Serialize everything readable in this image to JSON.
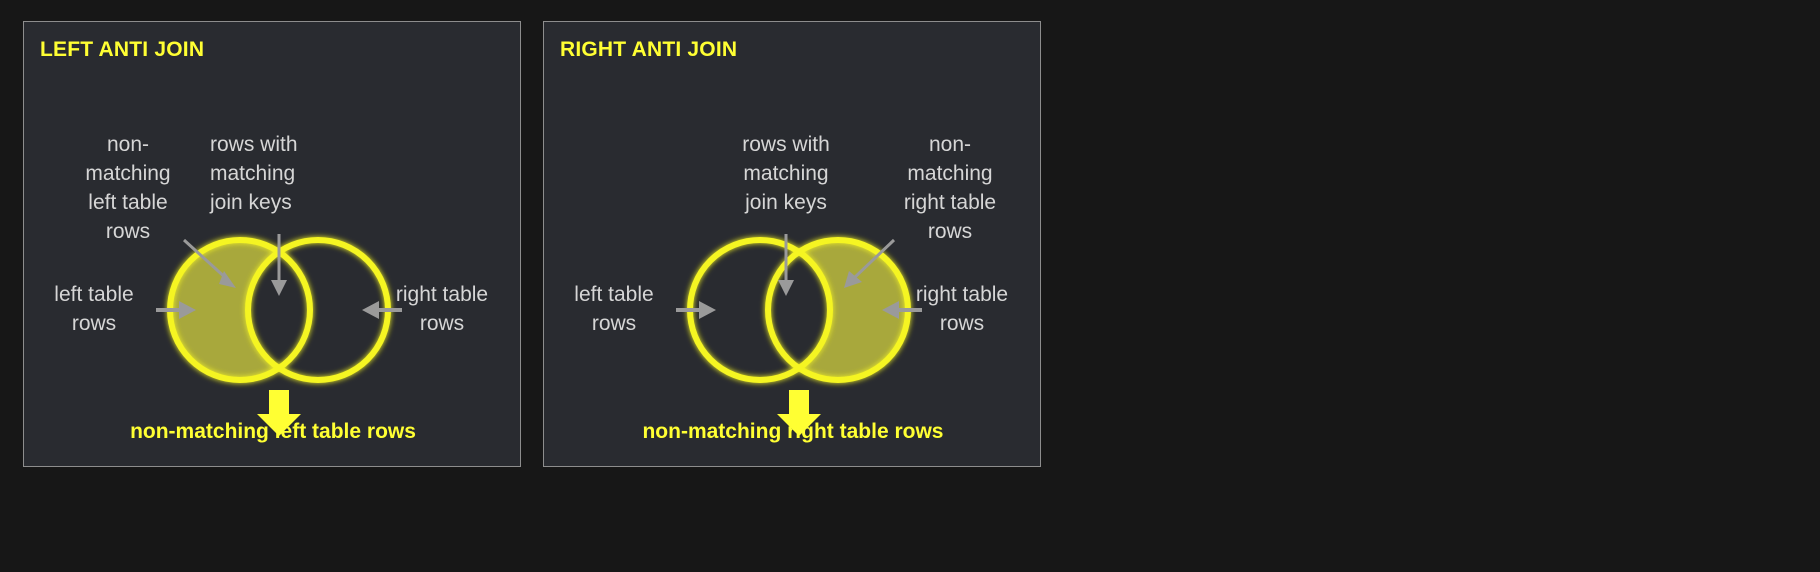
{
  "theme": {
    "page_background": "#171717",
    "panel_background": "#292b30",
    "panel_border": "#8d8d8d",
    "accent_yellow": "#ffff33",
    "circle_stroke": "#f5f520",
    "circle_fill": "#a8a83c",
    "label_gray": "#d6d6d6",
    "arrow_gray": "#9a9a9a"
  },
  "panels": [
    {
      "id": "left-anti-join",
      "title": "LEFT ANTI JOIN",
      "labels": {
        "non_matching": "non-\nmatching\nleft table\nrows",
        "matching": "rows with\nmatching\njoin keys",
        "left_rows": "left table\nrows",
        "right_rows": "right table\nrows"
      },
      "caption": "non-matching left table rows",
      "highlight": "left-only"
    },
    {
      "id": "right-anti-join",
      "title": "RIGHT ANTI JOIN",
      "labels": {
        "matching": "rows with\nmatching\njoin keys",
        "non_matching": "non-\nmatching\nright table\nrows",
        "left_rows": "left table\nrows",
        "right_rows": "right table\nrows"
      },
      "caption": "non-matching right table rows",
      "highlight": "right-only"
    }
  ]
}
